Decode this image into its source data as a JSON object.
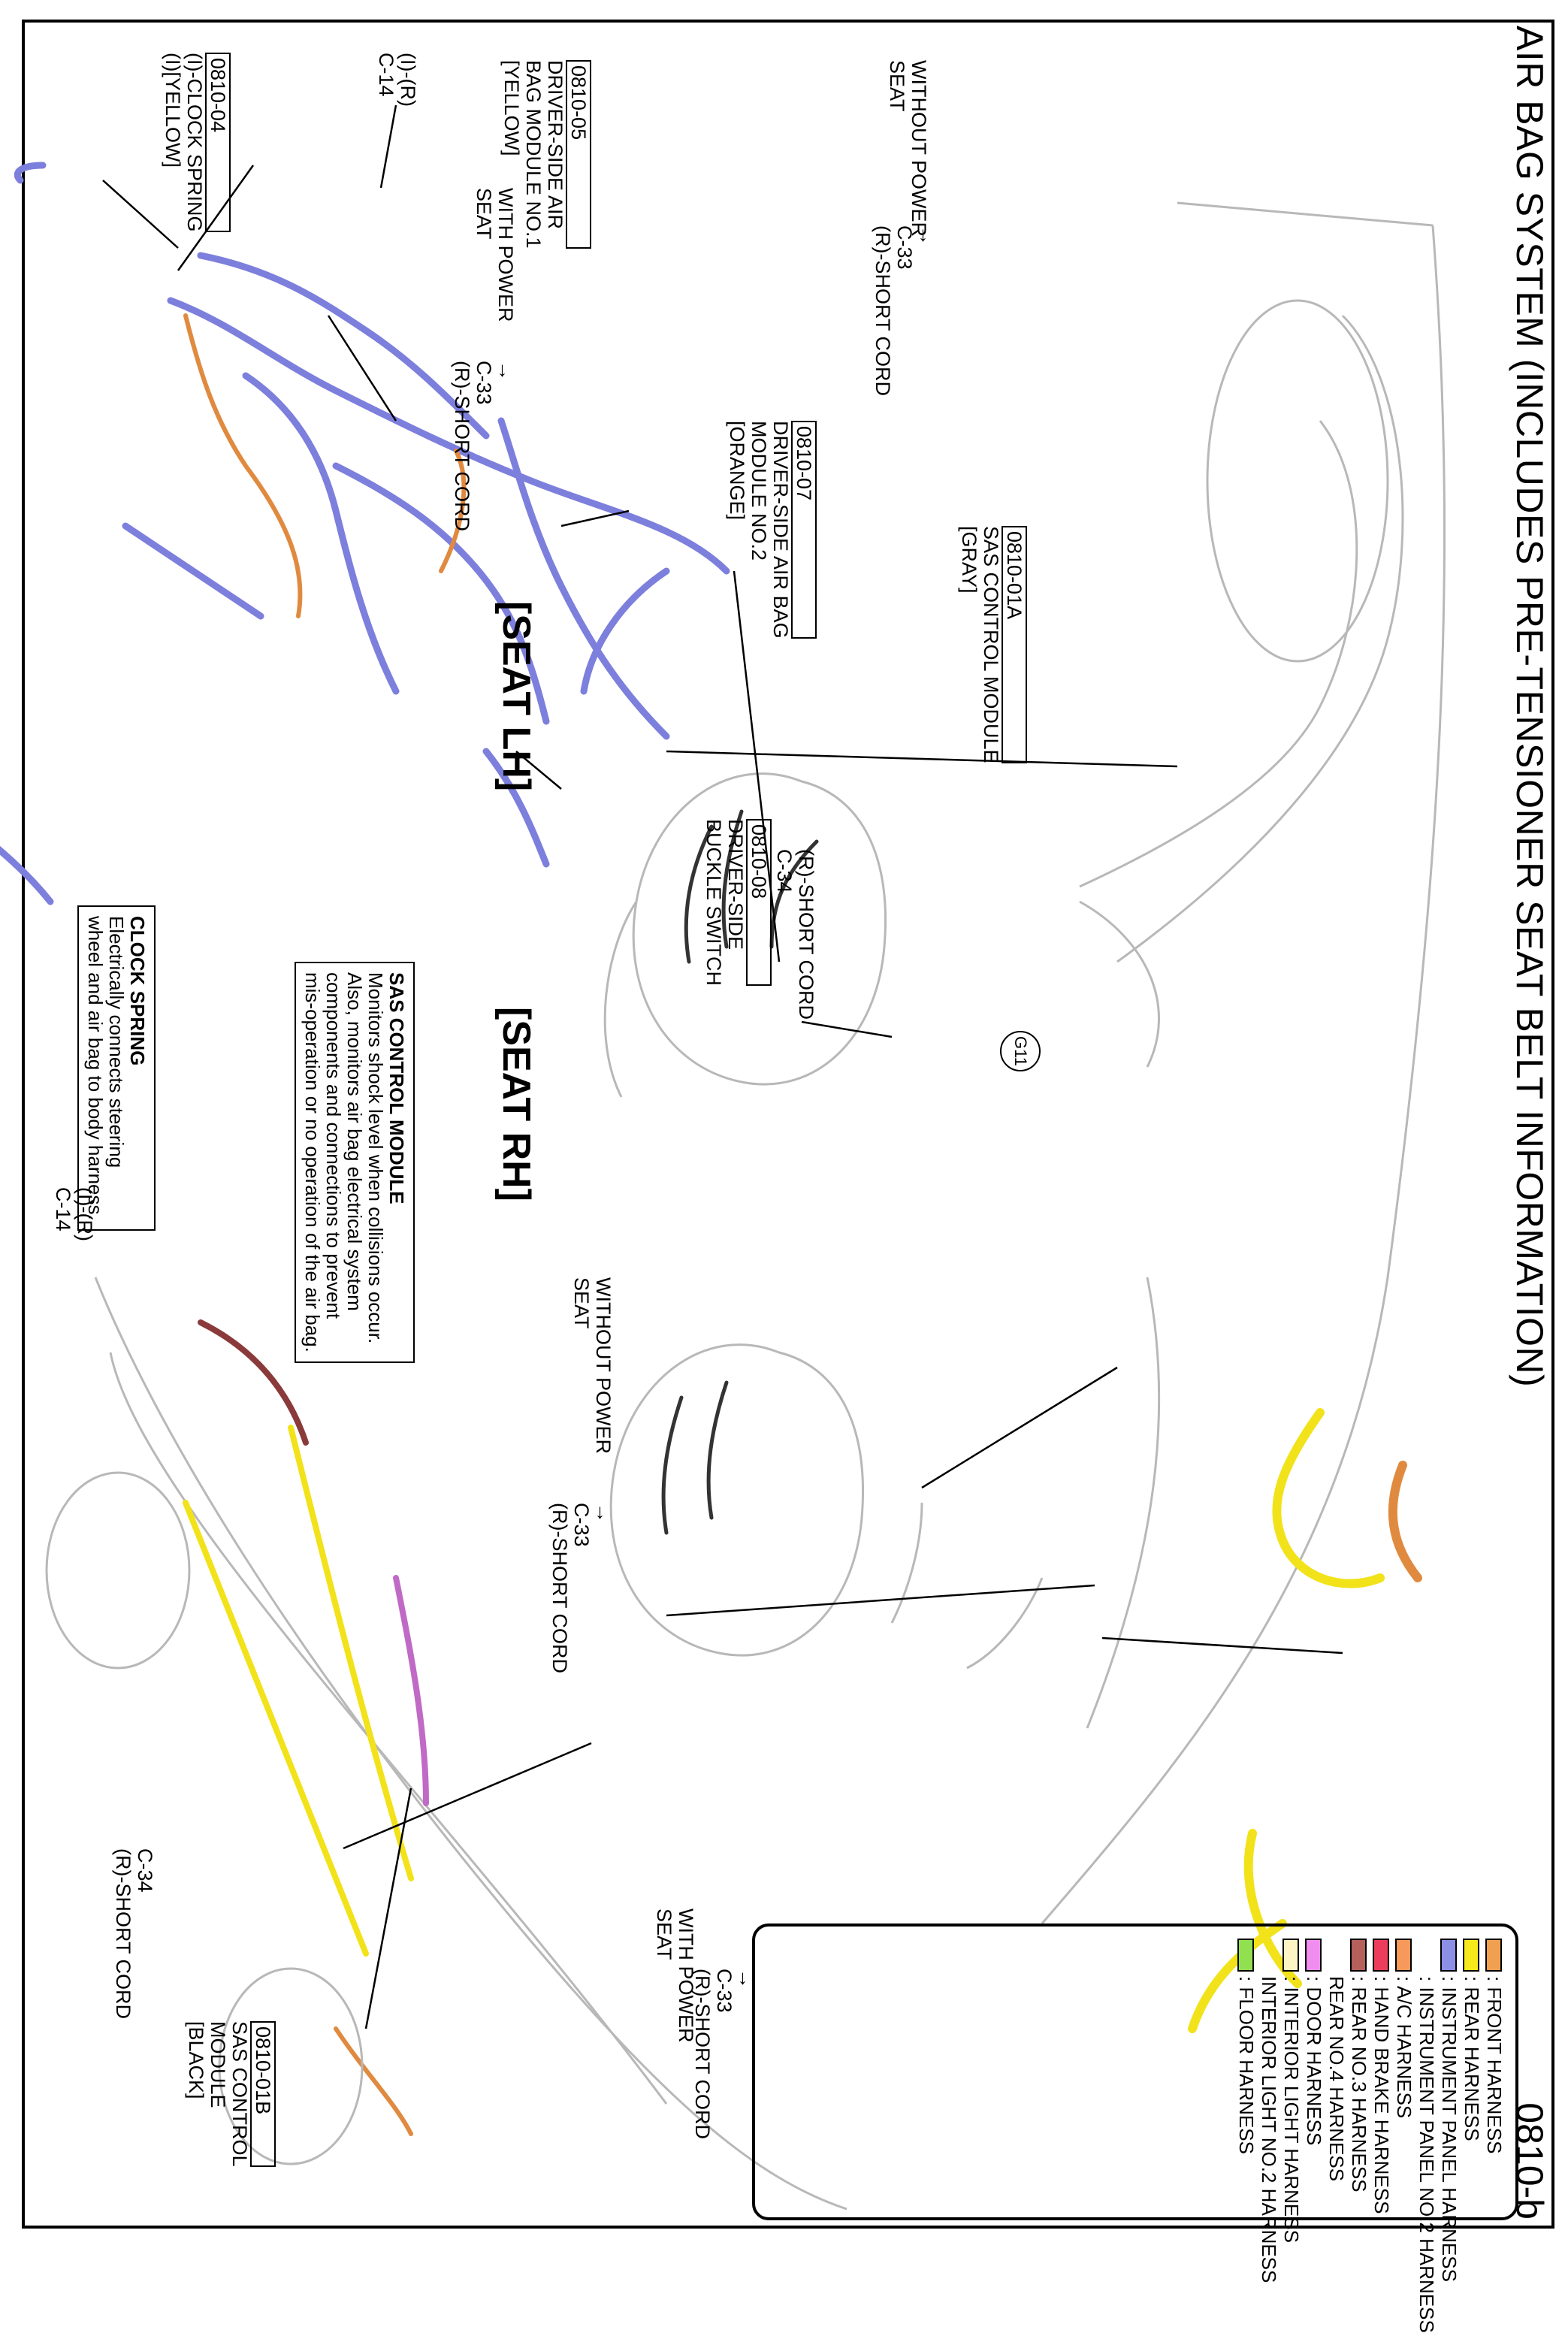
{
  "header": {
    "title": "AIR BAG SYSTEM (INCLUDES PRE-TENSIONER SEAT BELT INFORMATION)",
    "page_code": "0810-b"
  },
  "callouts": {
    "clock_spring": {
      "title": "CLOCK SPRING",
      "body": [
        "Electrically connects steering",
        "wheel and air bag to body harness."
      ]
    },
    "sas_module": {
      "title": "SAS CONTROL MODULE",
      "body": [
        "Monitors shock level when collisions occur.",
        "Also, monitors air bag electrical system",
        "components and connections to prevent",
        "mis-operation or no operation of the air bag."
      ]
    }
  },
  "labels": {
    "c14_top": [
      "(I)-(R)",
      "C-14"
    ],
    "c14_right": [
      "(I)-(R)",
      "C-14"
    ],
    "clock_spring_conn": {
      "box": "0810-04",
      "lines": [
        "(I)-CLOCK SPRING",
        "(I)[YELLOW]"
      ]
    },
    "airbag_module_1": {
      "box": "0810-05",
      "lines": [
        "DRIVER-SIDE AIR",
        "BAG MODULE NO.1",
        "[YELLOW]"
      ]
    },
    "airbag_module_2": {
      "box": "0810-07",
      "lines": [
        "DRIVER-SIDE AIR BAG",
        "MODULE NO.2",
        "[ORANGE]"
      ]
    },
    "sas_module_a": {
      "box": "0810-01A",
      "lines": [
        "SAS CONTROL MODULE",
        "[GRAY]"
      ]
    },
    "buckle_switch": {
      "box": "0810-08",
      "lines": [
        "DRIVER-SIDE",
        "BUCKLE SWITCH"
      ]
    },
    "sas_module_b": {
      "box": "0810-01B",
      "lines": [
        "SAS CONTROL",
        "MODULE",
        "[BLACK]"
      ]
    },
    "without_power_top": [
      "WITHOUT POWER",
      "SEAT"
    ],
    "with_power_top": [
      "WITH POWER",
      "SEAT"
    ],
    "c33_without_top": [
      "C-33",
      "(R)-SHORT CORD"
    ],
    "c33_with_top": [
      "C-33",
      "(R)-SHORT CORD"
    ],
    "c34_seat_rh": [
      "(R)-SHORT CORD",
      "C-34"
    ],
    "without_power_bottom": [
      "WITHOUT POWER",
      "SEAT"
    ],
    "c33_without_bottom": [
      "C-33",
      "(R)-SHORT CORD"
    ],
    "with_power_bottom": [
      "WITH POWER",
      "SEAT"
    ],
    "c33_with_bottom": [
      "C-33",
      "(R)-SHORT CORD"
    ],
    "c34_bottom": [
      "C-34",
      "(R)-SHORT CORD"
    ],
    "arrow_glyph": "→",
    "ground": "G11"
  },
  "seat_labels": {
    "lh": "[SEAT LH]",
    "rh": "[SEAT RH]"
  },
  "legend": [
    {
      "color": "#f0a050",
      "labels": [
        ": FRONT HARNESS"
      ]
    },
    {
      "color": "#f7ea1c",
      "labels": [
        ": REAR HARNESS"
      ]
    },
    {
      "color": "#8b8fe6",
      "labels": [
        ": INSTRUMENT PANEL HARNESS",
        ": INSTRUMENT PANEL NO.2 HARNESS"
      ]
    },
    {
      "color": "#f59a5a",
      "labels": [
        ": A/C HARNESS"
      ]
    },
    {
      "color": "#ec3e5c",
      "labels": [
        ": HAND BRAKE HARNESS"
      ]
    },
    {
      "color": "#b5605a",
      "labels": [
        ": REAR NO.3 HARNESS",
        "  REAR NO.4 HARNESS"
      ]
    },
    {
      "color": "#f08ef0",
      "labels": [
        ": DOOR HARNESS"
      ]
    },
    {
      "color": "#fdf6c4",
      "labels": [
        ": INTERIOR LIGHT HARNESS",
        "  INTERIOR LIGHT NO.2 HARNESS"
      ]
    },
    {
      "color": "#90e050",
      "labels": [
        ": FLOOR HARNESS"
      ]
    }
  ],
  "colors": {
    "ip_harness": "#7c7fdc",
    "front_harness": "#f0a050",
    "rear_harness": "#f2e21a",
    "door_harness": "#c06ac6",
    "hand_brake": "#8a3a3a",
    "outline": "#b8b8b8"
  }
}
